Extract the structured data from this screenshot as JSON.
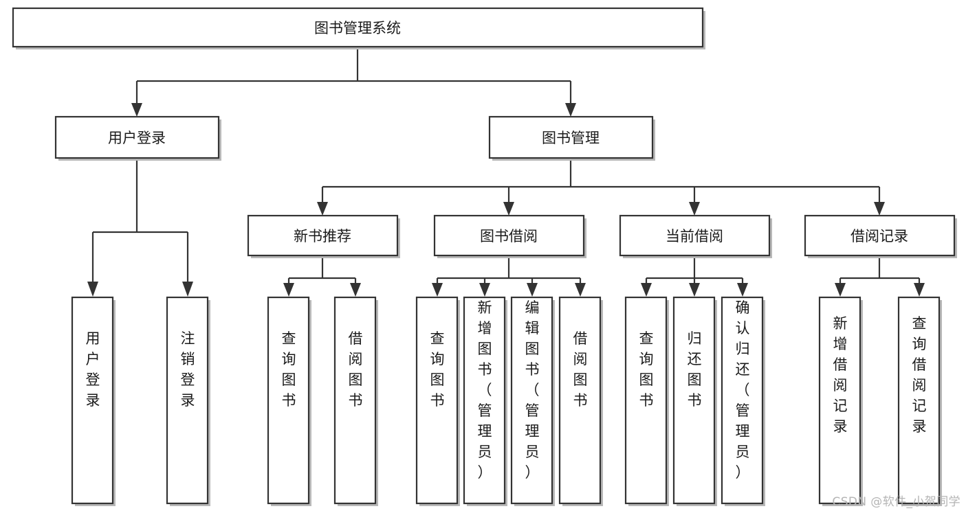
{
  "diagram": {
    "title": "图书管理系统",
    "type": "tree",
    "watermark": "CSDN @软件_小贺同学",
    "colors": {
      "stroke": "#333333",
      "fill": "#ffffff",
      "text": "#1a1a1a",
      "shadow": "#b8b8b8",
      "watermark": "#b4b4b4"
    },
    "nodes": {
      "root": {
        "label": "图书管理系统"
      },
      "level1": [
        {
          "id": "user-login",
          "label": "用户登录"
        },
        {
          "id": "book-manage",
          "label": "图书管理"
        }
      ],
      "level2": [
        {
          "id": "new-book-rec",
          "label": "新书推荐"
        },
        {
          "id": "book-borrow",
          "label": "图书借阅"
        },
        {
          "id": "current-borrow",
          "label": "当前借阅"
        },
        {
          "id": "borrow-record",
          "label": "借阅记录"
        }
      ],
      "leaves": {
        "user-login": [
          {
            "id": "leaf-user-login",
            "label": "用户登录"
          },
          {
            "id": "leaf-logout-login",
            "label": "注销登录"
          }
        ],
        "new-book-rec": [
          {
            "id": "leaf-query-book-1",
            "label": "查询图书"
          },
          {
            "id": "leaf-borrow-book-1",
            "label": "借阅图书"
          }
        ],
        "book-borrow": [
          {
            "id": "leaf-query-book-2",
            "label": "查询图书"
          },
          {
            "id": "leaf-add-book",
            "label": "新增图书（管理员）"
          },
          {
            "id": "leaf-edit-book",
            "label": "编辑图书（管理员）"
          },
          {
            "id": "leaf-borrow-book-2",
            "label": "借阅图书"
          }
        ],
        "current-borrow": [
          {
            "id": "leaf-query-book-3",
            "label": "查询图书"
          },
          {
            "id": "leaf-return-book",
            "label": "归还图书"
          },
          {
            "id": "leaf-confirm-return",
            "label": "确认归还（管理员）"
          }
        ],
        "borrow-record": [
          {
            "id": "leaf-add-record",
            "label": "新增借阅记录"
          },
          {
            "id": "leaf-query-record",
            "label": "查询借阅记录"
          }
        ]
      }
    }
  }
}
